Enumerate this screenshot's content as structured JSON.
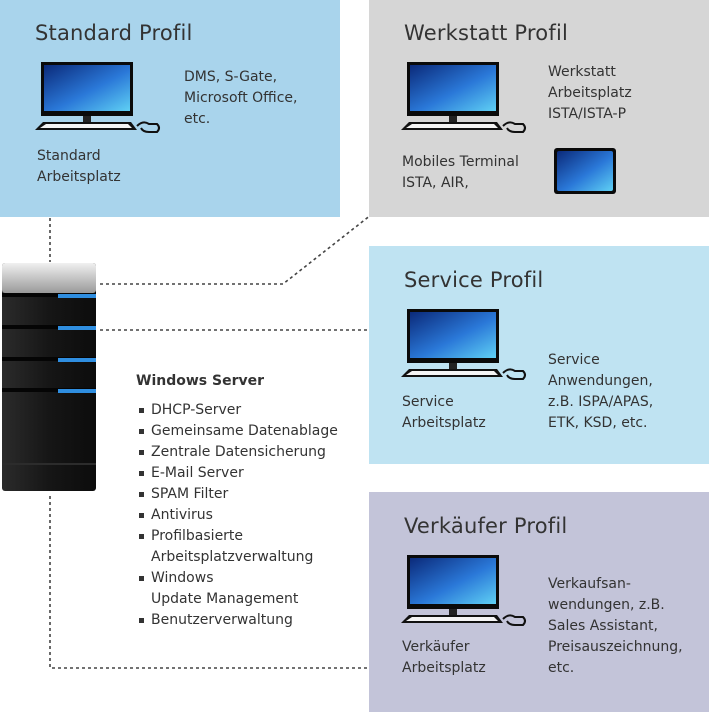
{
  "standard_profil": {
    "title": "Standard Profil",
    "software": [
      "DMS, S-Gate,",
      "Microsoft Office,",
      "etc."
    ],
    "workstation": [
      "Standard",
      "Arbeitsplatz"
    ]
  },
  "werkstatt_profil": {
    "title": "Werkstatt Profil",
    "workstation": [
      "Werkstatt",
      "Arbeitsplatz",
      "ISTA/ISTA-P"
    ],
    "mobile": [
      "Mobiles Terminal",
      "ISTA, AIR,"
    ]
  },
  "service_profil": {
    "title": "Service Profil",
    "workstation": [
      "Service",
      "Arbeitsplatz"
    ],
    "software": [
      "Service",
      "Anwendungen,",
      "z.B. ISPA/APAS,",
      "ETK, KSD, etc."
    ]
  },
  "verkaeufer_profil": {
    "title": "Verkäufer Profil",
    "workstation": [
      "Verkäufer",
      "Arbeitsplatz"
    ],
    "software": [
      "Verkaufsan-",
      "wendungen, z.B.",
      "Sales Assistant,",
      "Preisauszeichnung,",
      "etc."
    ]
  },
  "server": {
    "title": "Windows Server",
    "features": [
      "DHCP-Server",
      "Gemeinsame Datenablage",
      "Zentrale Datensicherung",
      "E-Mail Server",
      "SPAM Filter",
      "Antivirus",
      [
        "Profilbasierte",
        "Arbeitsplatzverwaltung"
      ],
      [
        "Windows",
        "Update Management"
      ],
      "Benutzerverwaltung"
    ]
  },
  "colors": {
    "standard_bg": "#a9d4ec",
    "werkstatt_bg": "#d6d6d6",
    "service_bg": "#bfe3f2",
    "verkaeufer_bg": "#c3c4d9",
    "server_body": "#141414",
    "accent_blue": "#2f8ee0"
  }
}
